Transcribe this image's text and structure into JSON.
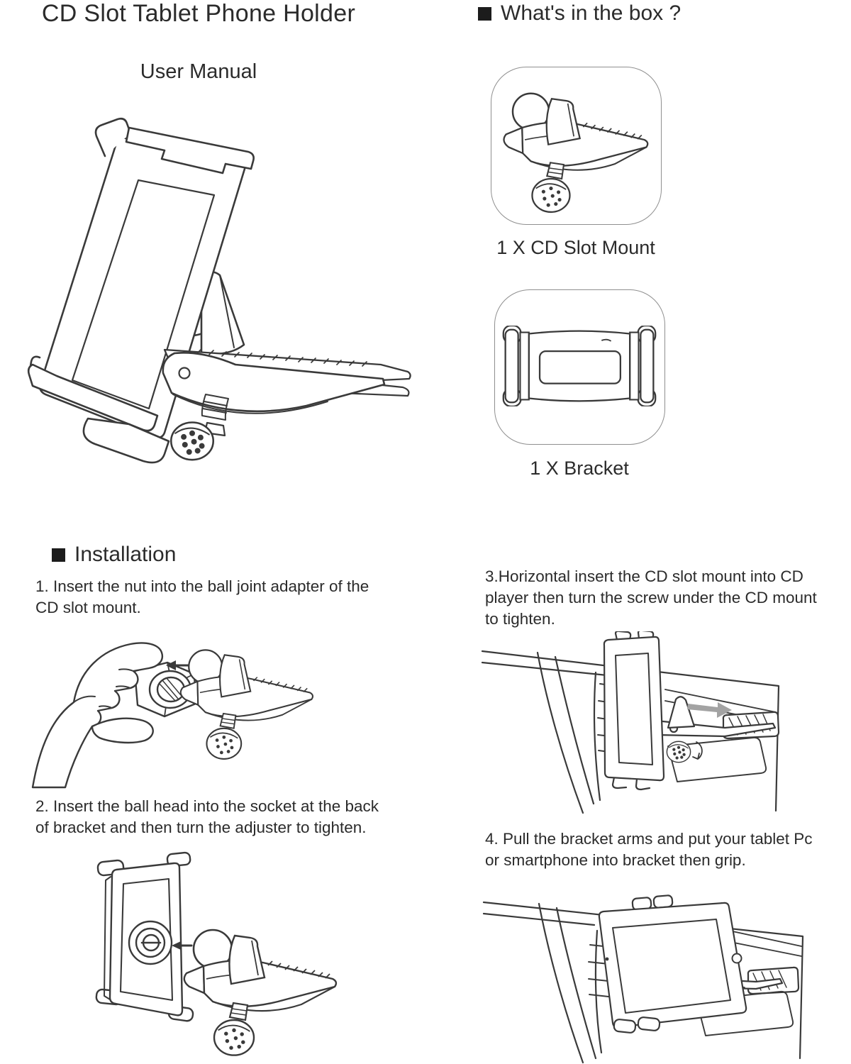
{
  "page": {
    "title": "CD Slot Tablet Phone Holder",
    "subtitle": "User Manual"
  },
  "main_illustration": "assembled-cd-slot-holder-line-drawing",
  "whats_in_box": {
    "heading": "What's in the box ?",
    "items": [
      {
        "caption": "1 X CD Slot Mount",
        "illustration": "cd-slot-mount-line-drawing"
      },
      {
        "caption": "1 X Bracket",
        "illustration": "bracket-line-drawing"
      }
    ]
  },
  "installation": {
    "heading": "Installation",
    "steps": [
      {
        "text": "1. Insert the nut into the ball joint adapter of the CD slot mount.",
        "illustration": "hand-inserting-nut-into-ball-joint"
      },
      {
        "text": "2. Insert the ball head into the socket at the back of bracket and then turn the adjuster to tighten.",
        "illustration": "ball-head-into-bracket-socket"
      },
      {
        "text": "3.Horizontal insert the CD slot mount into CD player then turn the screw under the CD mount to tighten.",
        "illustration": "mount-inserted-into-cd-player"
      },
      {
        "text": "4. Pull the bracket arms and put your tablet Pc or smartphone into bracket then grip.",
        "illustration": "tablet-gripped-in-bracket-on-dashboard"
      }
    ]
  },
  "colors": {
    "text": "#2b2b2b",
    "line_art": "#3a3a3a",
    "background": "#ffffff",
    "bullet": "#1c1c1c",
    "box_border": "#8f8f8f",
    "direction_arrow_gray": "#a3a3a3",
    "direction_arrow_black": "#2b2b2b"
  }
}
